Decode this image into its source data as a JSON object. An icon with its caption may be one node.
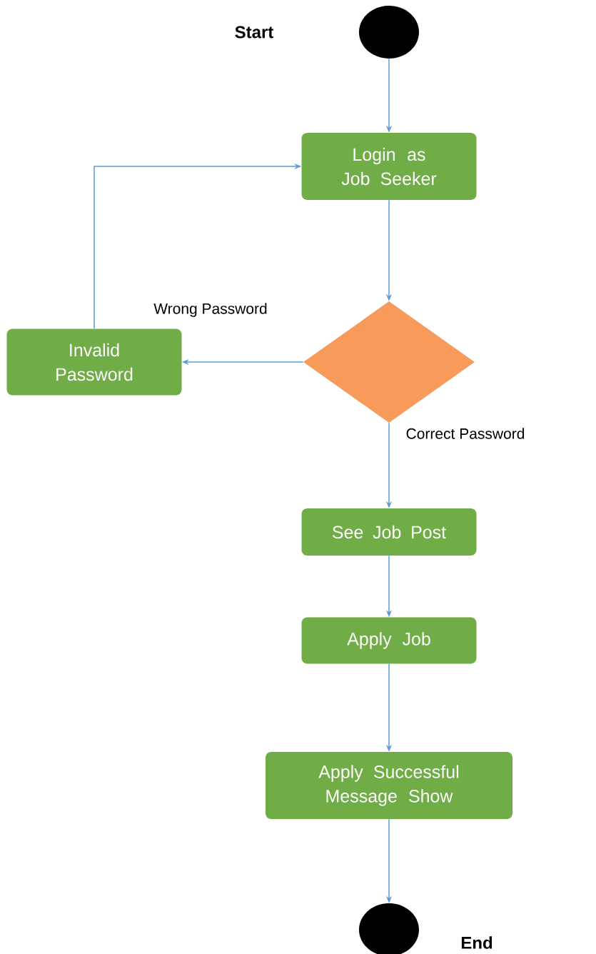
{
  "diagram": {
    "nodes": [
      {
        "text": [],
        "shape": "circle"
      },
      {
        "text": [
          "Login as Job Seeker"
        ]
      },
      {
        "text": [],
        "shape": "diamond"
      },
      {
        "text": [
          "Invalid Password"
        ]
      },
      {
        "text": [
          "See Job Post"
        ]
      },
      {
        "text": [
          "Apply Job"
        ]
      },
      {
        "text": [
          "Apply Successful Message Show"
        ]
      },
      {
        "text": [],
        "shape": "circle",
        "beside": [
          "End"
        ]
      }
    ],
    "edges": [
      {
        "from": 0,
        "to": 1,
        "arrow": "to"
      },
      {
        "from": 1,
        "to": 2,
        "arrow": "to"
      },
      {
        "from": 2,
        "to": 3,
        "arrow": "to",
        "label": "Wrong Password"
      },
      {
        "from": 3,
        "to": 1,
        "arrow": "to"
      },
      {
        "from": 2,
        "to": 4,
        "arrow": "to",
        "label": "Correct Password"
      },
      {
        "from": 4,
        "to": 5,
        "arrow": "to"
      },
      {
        "from": 5,
        "to": 6,
        "arrow": "to"
      },
      {
        "from": 6,
        "to": 7,
        "arrow": "to"
      }
    ],
    "labels": [
      "Start"
    ]
  }
}
